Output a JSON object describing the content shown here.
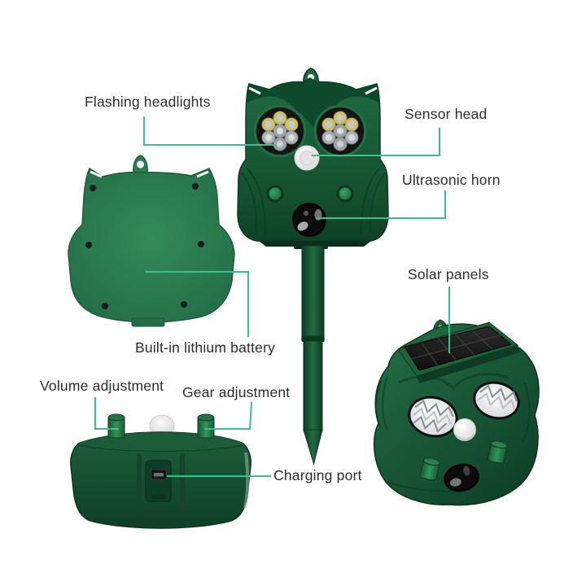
{
  "diagram": {
    "type": "product-annotation",
    "callouts": [
      {
        "id": "flashing-headlights",
        "label": "Flashing headlights"
      },
      {
        "id": "sensor-head",
        "label": "Sensor head"
      },
      {
        "id": "ultrasonic-horn",
        "label": "Ultrasonic horn"
      },
      {
        "id": "solar-panels",
        "label": "Solar panels"
      },
      {
        "id": "built-in-lithium-battery",
        "label": "Built-in lithium battery"
      },
      {
        "id": "volume-adjustment",
        "label": "Volume adjustment"
      },
      {
        "id": "gear-adjustment",
        "label": "Gear adjustment"
      },
      {
        "id": "charging-port",
        "label": "Charging port"
      }
    ],
    "colors": {
      "background": "#ffffff",
      "callout_line": "#3cbf8e",
      "label_text": "#2d2d2d",
      "device_green": "#1a5c38",
      "device_green_dark": "#0d3b23",
      "device_green_light": "#2e8455",
      "solar_panel_black": "#161616",
      "led_gold": "#cdc06e",
      "led_silver": "#aeb2b6",
      "sensor_white": "#f0f0f0",
      "speaker_black": "#0b0b0b"
    }
  }
}
